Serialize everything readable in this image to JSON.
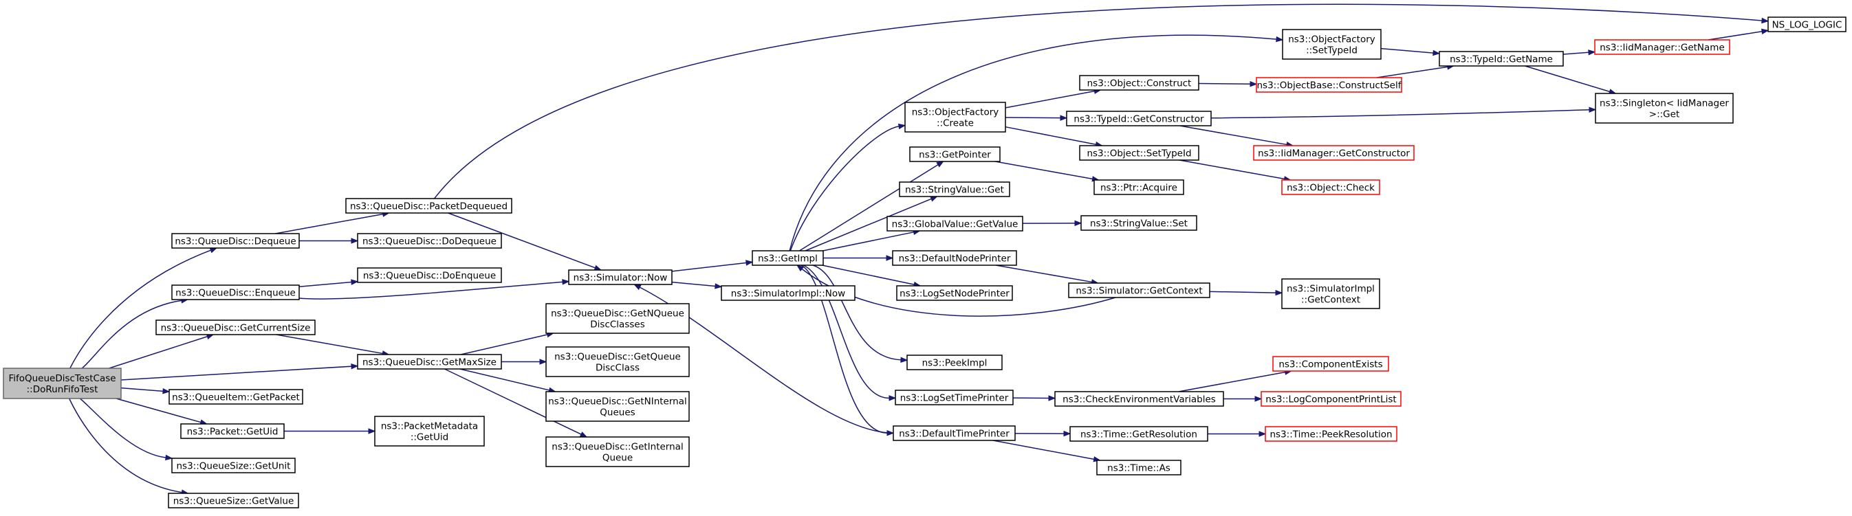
{
  "graph_title": "",
  "colors": {
    "edge": "#191970",
    "root_fill": "#bfbfbf",
    "node_fill": "#ffffff",
    "node_border": "#000000",
    "truncated_border": "#ff0000"
  },
  "nodes": {
    "root": [
      "FifoQueueDiscTestCase",
      "::DoRunFifoTest"
    ],
    "qd_dequeue": [
      "ns3::QueueDisc::Dequeue"
    ],
    "qd_enqueue": [
      "ns3::QueueDisc::Enqueue"
    ],
    "qd_getcurrentsize": [
      "ns3::QueueDisc::GetCurrentSize"
    ],
    "qd_getmaxsize": [
      "ns3::QueueDisc::GetMaxSize"
    ],
    "qi_getpacket": [
      "ns3::QueueItem::GetPacket"
    ],
    "pkt_getuid": [
      "ns3::Packet::GetUid"
    ],
    "qs_getunit": [
      "ns3::QueueSize::GetUnit"
    ],
    "qs_getvalue": [
      "ns3::QueueSize::GetValue"
    ],
    "qd_packetdequeued": [
      "ns3::QueueDisc::PacketDequeued"
    ],
    "qd_dodequeue": [
      "ns3::QueueDisc::DoDequeue"
    ],
    "qd_doenqueue": [
      "ns3::QueueDisc::DoEnqueue"
    ],
    "sim_now": [
      "ns3::Simulator::Now"
    ],
    "qd_getnqueuediscclasses": [
      "ns3::QueueDisc::GetNQueue",
      "DiscClasses"
    ],
    "qd_getqueuediscclass": [
      "ns3::QueueDisc::GetQueue",
      "DiscClass"
    ],
    "qd_getninternalqueues": [
      "ns3::QueueDisc::GetNInternal",
      "Queues"
    ],
    "qd_getinternalqueue": [
      "ns3::QueueDisc::GetInternal",
      "Queue"
    ],
    "pm_getuid": [
      "ns3::PacketMetadata",
      "::GetUid"
    ],
    "getimpl": [
      "ns3::GetImpl"
    ],
    "simimpl_now": [
      "ns3::SimulatorImpl::Now"
    ],
    "of_create": [
      "ns3::ObjectFactory",
      "::Create"
    ],
    "getpointer": [
      "ns3::GetPointer"
    ],
    "stringvalue_get": [
      "ns3::StringValue::Get"
    ],
    "globalvalue_getvalue": [
      "ns3::GlobalValue::GetValue"
    ],
    "defaultnodeprinter": [
      "ns3::DefaultNodePrinter"
    ],
    "logsetnodeprinter": [
      "ns3::LogSetNodePrinter"
    ],
    "peekimpl": [
      "ns3::PeekImpl"
    ],
    "logsettimeprinter": [
      "ns3::LogSetTimePrinter"
    ],
    "defaulttimeprinter": [
      "ns3::DefaultTimePrinter"
    ],
    "of_settypeid": [
      "ns3::ObjectFactory",
      "::SetTypeId"
    ],
    "object_construct": [
      "ns3::Object::Construct"
    ],
    "typeid_getconstructor": [
      "ns3::TypeId::GetConstructor"
    ],
    "object_settypeid": [
      "ns3::Object::SetTypeId"
    ],
    "ptr_acquire": [
      "ns3::Ptr::Acquire"
    ],
    "stringvalue_set": [
      "ns3::StringValue::Set"
    ],
    "sim_getcontext": [
      "ns3::Simulator::GetContext"
    ],
    "checkenvvars": [
      "ns3::CheckEnvironmentVariables"
    ],
    "time_getresolution": [
      "ns3::Time::GetResolution"
    ],
    "time_as": [
      "ns3::Time::As"
    ],
    "typeid_getname": [
      "ns3::TypeId::GetName"
    ],
    "objectbase_constructself": [
      "ns3::ObjectBase::ConstructSelf"
    ],
    "iidmanager_getconstructor": [
      "ns3::IidManager::GetConstructor"
    ],
    "object_check": [
      "ns3::Object::Check"
    ],
    "simimpl_getcontext": [
      "ns3::SimulatorImpl",
      "::GetContext"
    ],
    "componentexists": [
      "ns3::ComponentExists"
    ],
    "logcomponentprintlist": [
      "ns3::LogComponentPrintList"
    ],
    "time_peekresolution": [
      "ns3::Time::PeekResolution"
    ],
    "iidmanager_getname": [
      "ns3::IidManager::GetName"
    ],
    "singleton_get": [
      "ns3::Singleton< IidManager",
      ">::Get"
    ],
    "ns_log_logic": [
      "NS_LOG_LOGIC"
    ]
  },
  "edges": [
    [
      "root",
      "qd_dequeue"
    ],
    [
      "root",
      "qd_enqueue"
    ],
    [
      "root",
      "qd_getcurrentsize"
    ],
    [
      "root",
      "qd_getmaxsize"
    ],
    [
      "root",
      "qi_getpacket"
    ],
    [
      "root",
      "pkt_getuid"
    ],
    [
      "root",
      "qs_getunit"
    ],
    [
      "root",
      "qs_getvalue"
    ],
    [
      "qd_dequeue",
      "qd_packetdequeued"
    ],
    [
      "qd_dequeue",
      "qd_dodequeue"
    ],
    [
      "qd_enqueue",
      "qd_doenqueue"
    ],
    [
      "qd_enqueue",
      "sim_now"
    ],
    [
      "qd_getcurrentsize",
      "qd_getmaxsize"
    ],
    [
      "qd_getmaxsize",
      "qd_getnqueuediscclasses"
    ],
    [
      "qd_getmaxsize",
      "qd_getqueuediscclass"
    ],
    [
      "qd_getmaxsize",
      "qd_getninternalqueues"
    ],
    [
      "qd_getmaxsize",
      "qd_getinternalqueue"
    ],
    [
      "pkt_getuid",
      "pm_getuid"
    ],
    [
      "qd_packetdequeued",
      "ns_log_logic"
    ],
    [
      "qd_packetdequeued",
      "sim_now"
    ],
    [
      "sim_now",
      "getimpl"
    ],
    [
      "sim_now",
      "simimpl_now"
    ],
    [
      "getimpl",
      "of_settypeid"
    ],
    [
      "getimpl",
      "of_create"
    ],
    [
      "getimpl",
      "getpointer"
    ],
    [
      "getimpl",
      "stringvalue_get"
    ],
    [
      "getimpl",
      "globalvalue_getvalue"
    ],
    [
      "getimpl",
      "defaultnodeprinter"
    ],
    [
      "getimpl",
      "logsetnodeprinter"
    ],
    [
      "getimpl",
      "peekimpl"
    ],
    [
      "getimpl",
      "logsettimeprinter"
    ],
    [
      "getimpl",
      "defaulttimeprinter"
    ],
    [
      "of_create",
      "object_construct"
    ],
    [
      "of_create",
      "typeid_getconstructor"
    ],
    [
      "of_create",
      "object_settypeid"
    ],
    [
      "getpointer",
      "ptr_acquire"
    ],
    [
      "globalvalue_getvalue",
      "stringvalue_set"
    ],
    [
      "defaultnodeprinter",
      "sim_getcontext"
    ],
    [
      "sim_getcontext",
      "getimpl"
    ],
    [
      "sim_getcontext",
      "simimpl_getcontext"
    ],
    [
      "logsettimeprinter",
      "checkenvvars"
    ],
    [
      "defaulttimeprinter",
      "sim_now"
    ],
    [
      "defaulttimeprinter",
      "time_getresolution"
    ],
    [
      "defaulttimeprinter",
      "time_as"
    ],
    [
      "of_settypeid",
      "typeid_getname"
    ],
    [
      "object_construct",
      "objectbase_constructself"
    ],
    [
      "objectbase_constructself",
      "typeid_getname"
    ],
    [
      "typeid_getconstructor",
      "singleton_get"
    ],
    [
      "typeid_getconstructor",
      "iidmanager_getconstructor"
    ],
    [
      "object_settypeid",
      "object_check"
    ],
    [
      "checkenvvars",
      "componentexists"
    ],
    [
      "checkenvvars",
      "logcomponentprintlist"
    ],
    [
      "time_getresolution",
      "time_peekresolution"
    ],
    [
      "typeid_getname",
      "iidmanager_getname"
    ],
    [
      "typeid_getname",
      "singleton_get"
    ],
    [
      "iidmanager_getname",
      "ns_log_logic"
    ]
  ]
}
